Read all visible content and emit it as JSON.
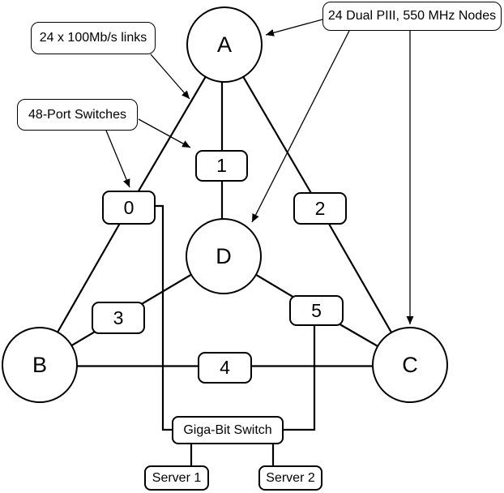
{
  "diagram": {
    "nodes": [
      {
        "label": "A"
      },
      {
        "label": "B"
      },
      {
        "label": "C"
      },
      {
        "label": "D"
      }
    ],
    "switches": [
      {
        "label": "0"
      },
      {
        "label": "1"
      },
      {
        "label": "2"
      },
      {
        "label": "3"
      },
      {
        "label": "4"
      },
      {
        "label": "5"
      }
    ],
    "callouts": {
      "links": "24 x 100Mb/s links",
      "port_switches": "48-Port Switches",
      "nodes": "24 Dual PIII, 550 MHz Nodes"
    },
    "gigabit_switch_label": "Giga-Bit Switch",
    "servers": [
      {
        "label": "Server 1"
      },
      {
        "label": "Server 2"
      }
    ],
    "colors": {
      "stroke": "#000000",
      "background": "#ffffff",
      "text": "#000000"
    }
  }
}
